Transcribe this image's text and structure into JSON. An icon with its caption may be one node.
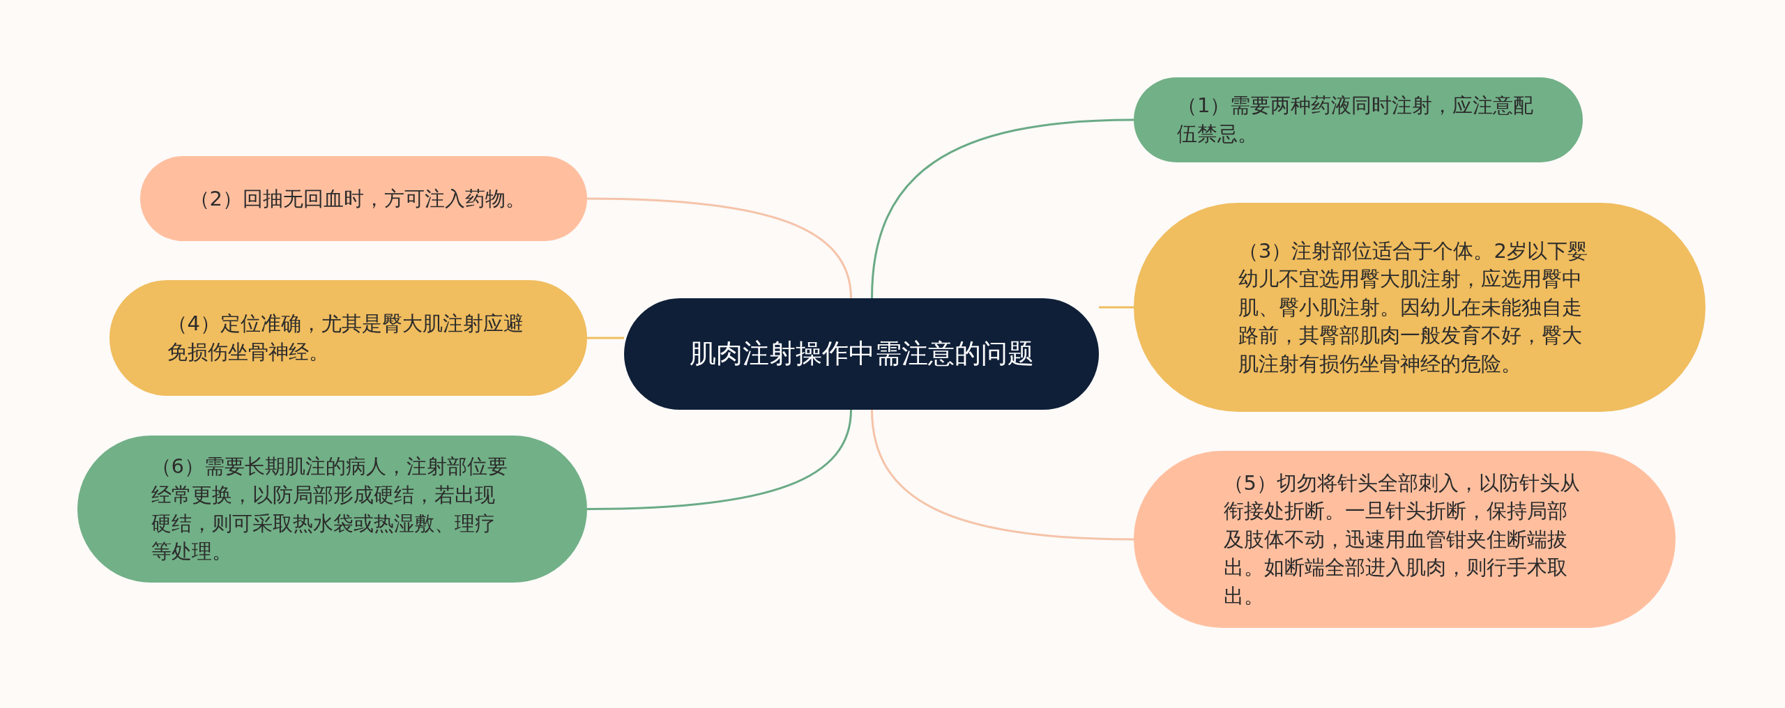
{
  "diagram": {
    "nodes": [
      {
        "text": [
          "肌肉注射操作中需注意的问题"
        ]
      },
      {
        "text": [
          "（1）需要两种药液同时注射，应注意配伍禁忌。"
        ]
      },
      {
        "text": [
          "（2）回抽无回血时，方可注入药物。"
        ]
      },
      {
        "text": [
          "（3）注射部位适合于个体。2岁以下婴幼儿不宜选用臀大肌注射，应选用臀中肌、臀小肌注射。因幼儿在未能独自走路前，其臀部肌肉一般发育不好，臀大肌注射有损伤坐骨神经的危险。"
        ]
      },
      {
        "text": [
          "（4）定位准确，尤其是臀大肌注射应避免损伤坐骨神经。"
        ]
      },
      {
        "text": [
          "（5）切勿将针头全部刺入，以防针头从衔接处折断。一旦针头折断，保持局部及肢体不动，迅速用血管钳夹住断端拔出。如断端全部进入肌肉，则行手术取出。"
        ]
      },
      {
        "text": [
          "（6）需要长期肌注的病人，注射部位要经常更换，以防局部形成硬结，若出现硬结，则可采取热水袋或热湿敷、理疗等处理。"
        ]
      }
    ],
    "edges": [
      {
        "from": 0,
        "to": 1,
        "arrow": "none",
        "color": "#6aaa85"
      },
      {
        "from": 0,
        "to": 2,
        "arrow": "none",
        "color": "#f5c3a8"
      },
      {
        "from": 0,
        "to": 3,
        "arrow": "none",
        "color": "#f0bd5f"
      },
      {
        "from": 0,
        "to": 4,
        "arrow": "none",
        "color": "#f0bd5f"
      },
      {
        "from": 0,
        "to": 5,
        "arrow": "none",
        "color": "#f5c3a8"
      },
      {
        "from": 0,
        "to": 6,
        "arrow": "none",
        "color": "#6aaa85"
      }
    ]
  }
}
